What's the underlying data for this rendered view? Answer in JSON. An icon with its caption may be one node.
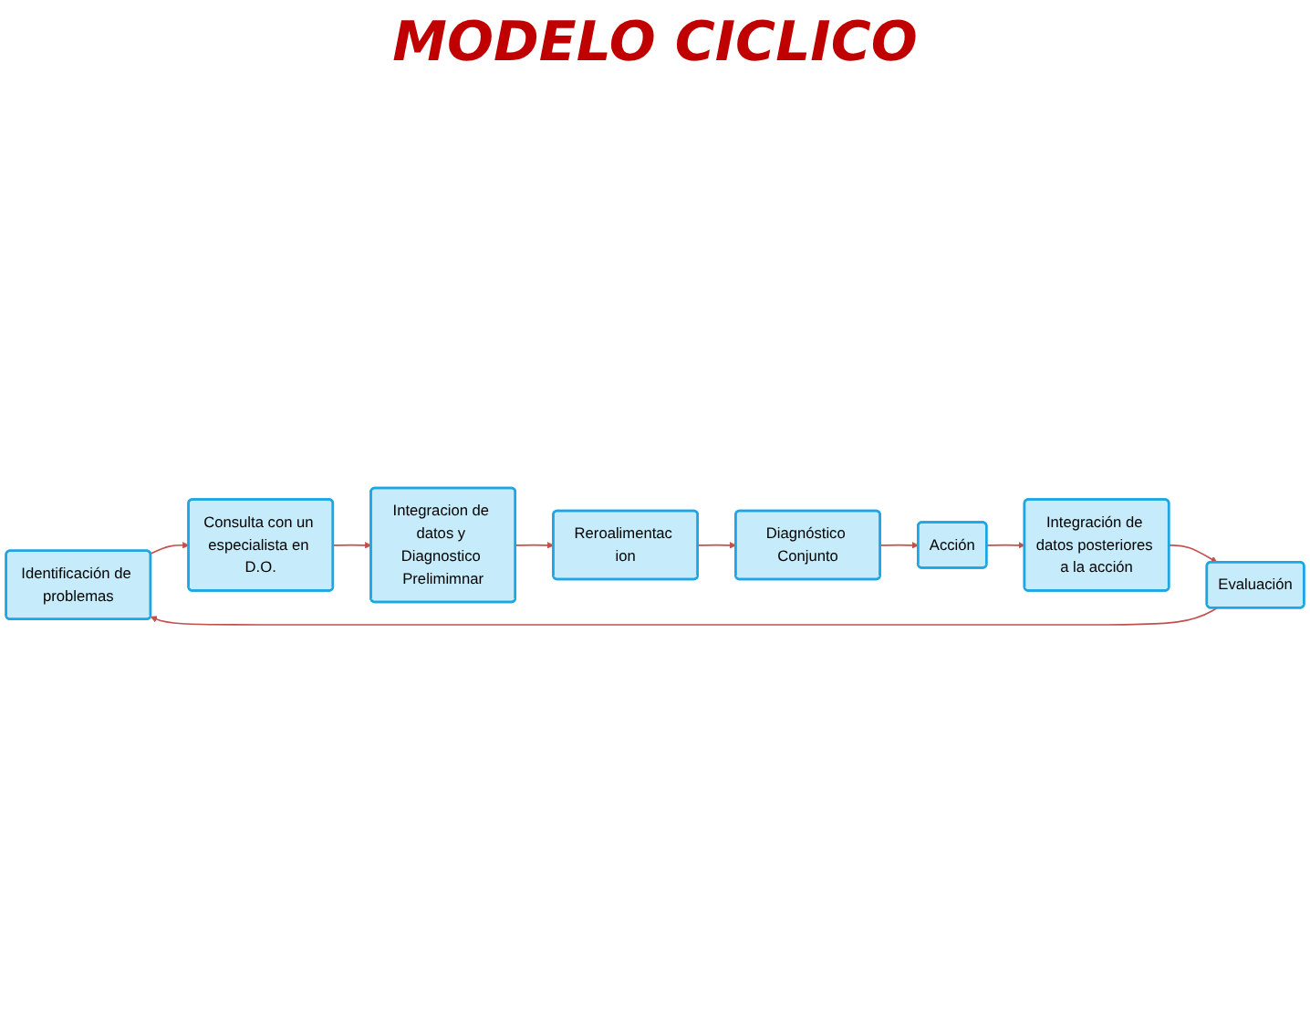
{
  "diagram": {
    "title": "MODELO CICLICO",
    "nodes": [
      {
        "text": [
          "Identificación de problemas"
        ]
      },
      {
        "text": [
          "Consulta con un especialista en D.O."
        ]
      },
      {
        "text": [
          "Integracion de datos y Diagnostico Prelimimnar"
        ]
      },
      {
        "text": [
          "Reroalimentac ion"
        ]
      },
      {
        "text": [
          "Diagnóstico Conjunto"
        ]
      },
      {
        "text": [
          "Acción"
        ]
      },
      {
        "text": [
          "Integración de datos posteriores a la acción"
        ]
      },
      {
        "text": [
          "Evaluación"
        ]
      }
    ],
    "edges": [
      {
        "from": 0,
        "to": 1,
        "arrow": "to"
      },
      {
        "from": 1,
        "to": 2,
        "arrow": "to"
      },
      {
        "from": 2,
        "to": 3,
        "arrow": "to"
      },
      {
        "from": 3,
        "to": 4,
        "arrow": "to"
      },
      {
        "from": 4,
        "to": 5,
        "arrow": "to"
      },
      {
        "from": 5,
        "to": 6,
        "arrow": "to"
      },
      {
        "from": 6,
        "to": 7,
        "arrow": "to"
      },
      {
        "from": 7,
        "to": 0,
        "arrow": "to"
      }
    ]
  }
}
